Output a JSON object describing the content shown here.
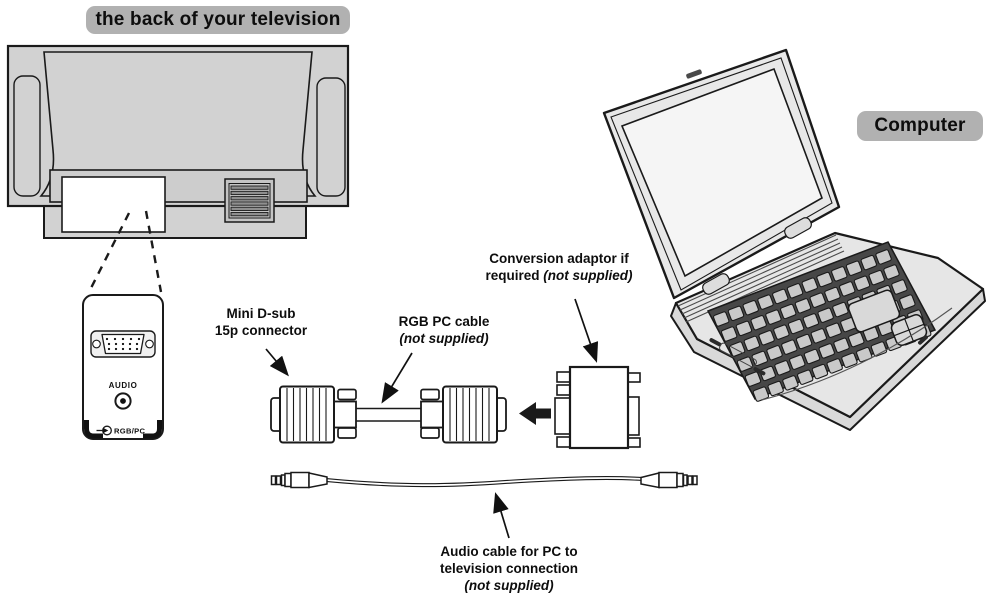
{
  "badges": {
    "tv_back": "the back of your television",
    "computer": "Computer"
  },
  "panel": {
    "audio": "AUDIO",
    "rgb_pc": "RGB/PC"
  },
  "labels": {
    "mini_dsub": {
      "l1": "Mini D-sub",
      "l2": "15p connector"
    },
    "rgb_cable": {
      "l1": "RGB PC cable",
      "l2": "(not supplied)"
    },
    "adaptor": {
      "l1": "Conversion adaptor if",
      "l2a": "required ",
      "l2b": "(not supplied)"
    },
    "audio_cable": {
      "l1": "Audio cable for PC to",
      "l2": "television connection",
      "l3": "(not supplied)"
    }
  },
  "colors": {
    "badge_bg": "#b1b1b1",
    "device_gray": "#d2d2d2",
    "laptop_gray": "#e6e6e6",
    "line": "#1a1a1a"
  }
}
